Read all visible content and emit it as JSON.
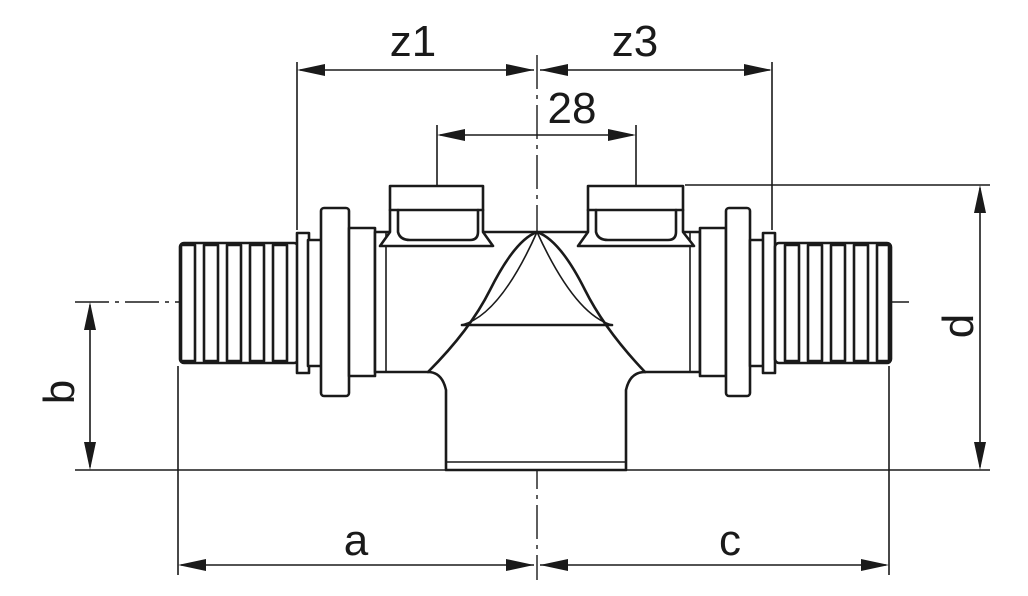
{
  "labels": {
    "z1": "z1",
    "z3": "z3",
    "spacing": "28",
    "a": "a",
    "b": "b",
    "c": "c",
    "d": "d"
  },
  "colors": {
    "line": "#1a1a1a",
    "background": "#ffffff"
  }
}
